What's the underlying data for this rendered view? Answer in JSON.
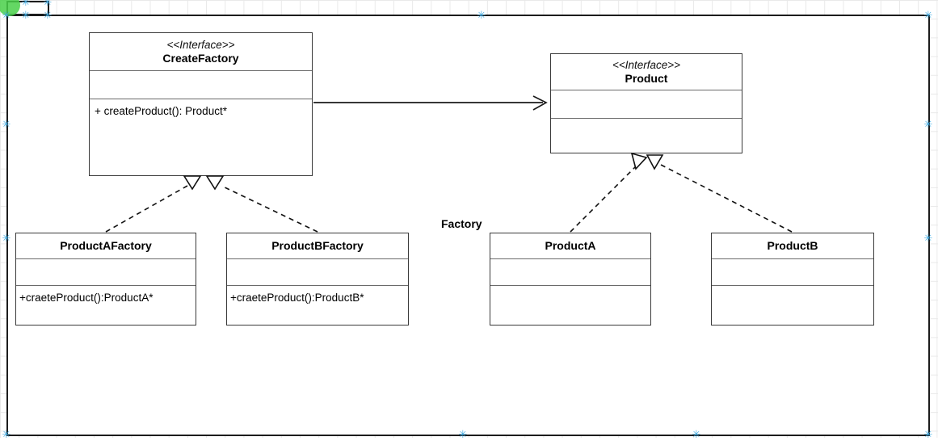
{
  "diagram": {
    "title_label": "Factory",
    "stereotype": "<<Interface>>",
    "classes": [
      {
        "id": "createfactory",
        "name": "CreateFactory",
        "stereotype": "<<Interface>>",
        "attributes": [],
        "operations": [
          "+ createProduct(): Product*"
        ]
      },
      {
        "id": "product",
        "name": "Product",
        "stereotype": "<<Interface>>",
        "attributes": [],
        "operations": []
      },
      {
        "id": "productafactory",
        "name": "ProductAFactory",
        "stereotype": "",
        "attributes": [],
        "operations": [
          "+craeteProduct():ProductA*"
        ]
      },
      {
        "id": "productbfactory",
        "name": "ProductBFactory",
        "stereotype": "",
        "attributes": [],
        "operations": [
          "+craeteProduct():ProductB*"
        ]
      },
      {
        "id": "producta",
        "name": "ProductA",
        "stereotype": "",
        "attributes": [],
        "operations": []
      },
      {
        "id": "productb",
        "name": "ProductB",
        "stereotype": "",
        "attributes": [],
        "operations": []
      }
    ],
    "relationships": [
      {
        "from": "CreateFactory",
        "to": "Product",
        "type": "dependency",
        "style": "solid",
        "arrow": "open-arrow"
      },
      {
        "from": "ProductAFactory",
        "to": "CreateFactory",
        "type": "realization",
        "style": "dashed",
        "arrow": "hollow-triangle"
      },
      {
        "from": "ProductBFactory",
        "to": "CreateFactory",
        "type": "realization",
        "style": "dashed",
        "arrow": "hollow-triangle"
      },
      {
        "from": "ProductA",
        "to": "Product",
        "type": "realization",
        "style": "dashed",
        "arrow": "hollow-triangle"
      },
      {
        "from": "ProductB",
        "to": "Product",
        "type": "realization",
        "style": "dashed",
        "arrow": "hollow-triangle"
      }
    ]
  },
  "canvas": {
    "grid_color": "#e9e9e9",
    "frame_color": "#1c1c1c",
    "handle_color": "#3fa9e0",
    "origin_handle_color": "#49d049",
    "handle_glyph": "✳",
    "line_color": "#1a1a1a"
  }
}
